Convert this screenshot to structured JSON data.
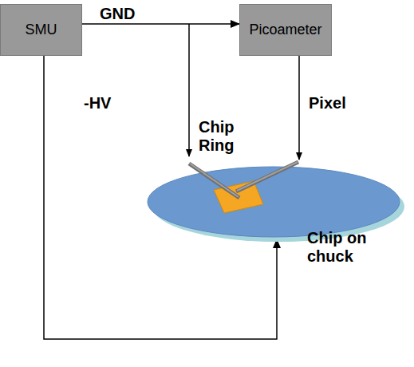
{
  "diagram": {
    "nodes": [
      {
        "text": [
          "SMU"
        ]
      },
      {
        "text": [
          "Picoameter"
        ]
      },
      {
        "text": [
          "Chip on chuck"
        ]
      }
    ],
    "edges": [
      {
        "from": 0,
        "to": 1,
        "label": "GND",
        "arrow": "to"
      },
      {
        "from": 0,
        "to": 2,
        "label": "-HV",
        "arrow": "to"
      }
    ],
    "labels": [
      "Chip Ring",
      "Pixel"
    ]
  }
}
